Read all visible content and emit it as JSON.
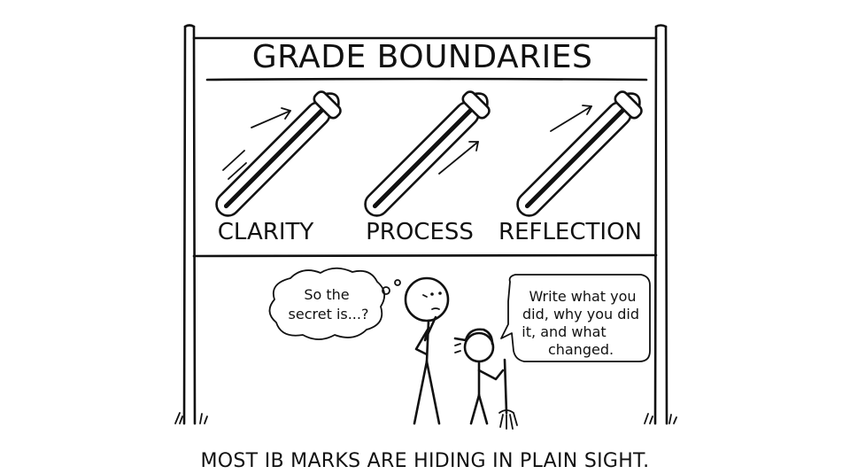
{
  "sign": {
    "title": "GRADE BOUNDARIES",
    "sliders": [
      {
        "label": "CLARITY"
      },
      {
        "label": "PROCESS"
      },
      {
        "label": "REFLECTION"
      }
    ]
  },
  "thought_bubble": {
    "line1": "So the",
    "line2": "secret is...?"
  },
  "speech_bubble": {
    "line1": "Write what you",
    "line2": "did, why you did",
    "line3": "it, and what",
    "line4": "changed."
  },
  "caption": "MOST IB MARKS ARE HIDING IN PLAIN SIGHT."
}
